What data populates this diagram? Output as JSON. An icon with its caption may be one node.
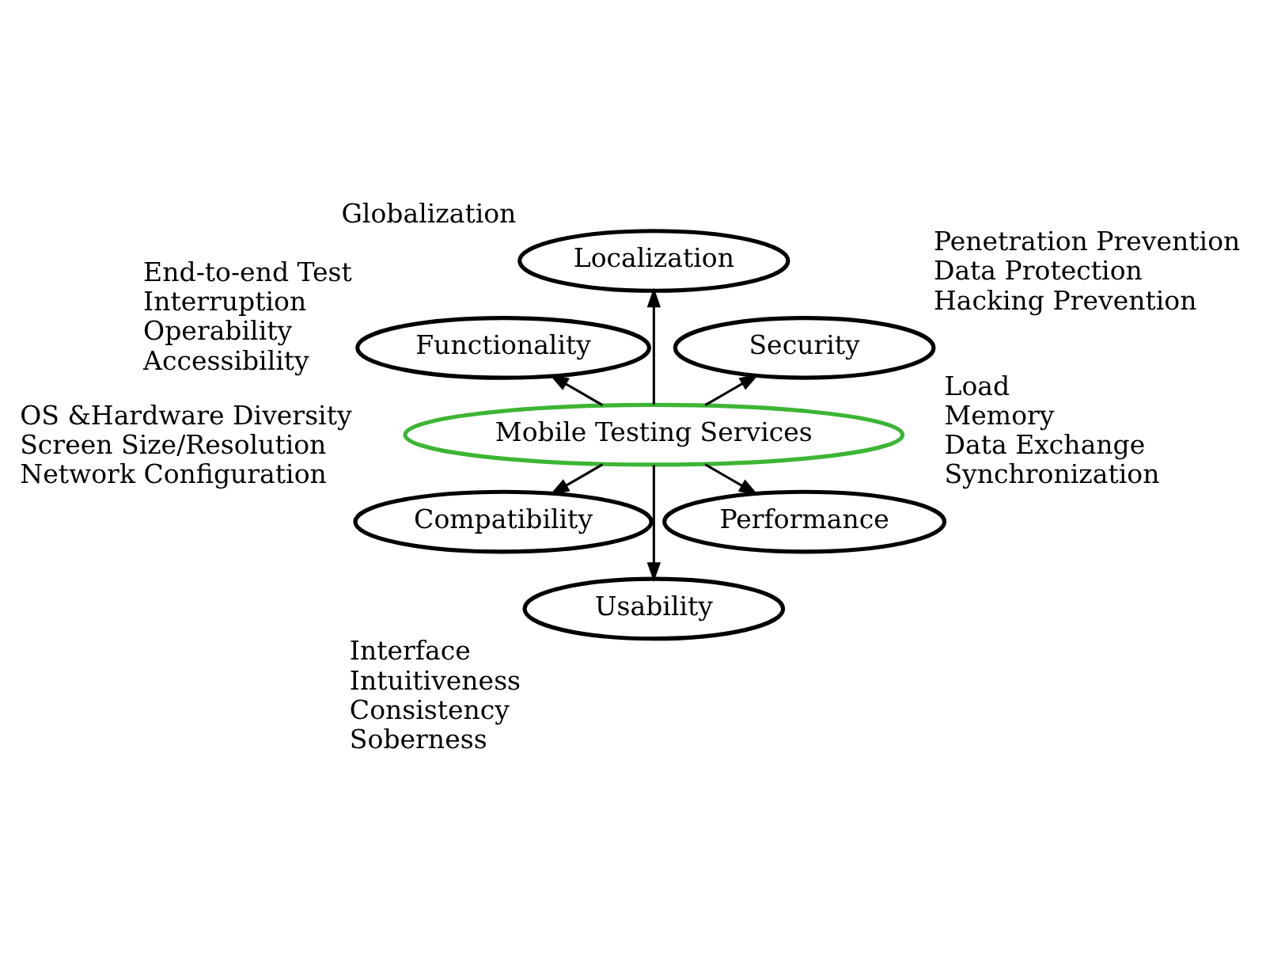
{
  "diagram": {
    "nodes": [
      {
        "text": [
          "Mobile Testing Services"
        ]
      },
      {
        "text": [
          "Security"
        ],
        "beside": [
          "Penetration Prevention",
          "Data Protection",
          "Hacking Prevention"
        ]
      },
      {
        "text": [
          "Localization"
        ],
        "beside": [
          "Globalization"
        ]
      },
      {
        "text": [
          "Functionality"
        ],
        "beside": [
          "End-to-end Test",
          "Interruption",
          "Operability",
          "Accessibility"
        ]
      },
      {
        "text": [
          "Compatibility"
        ],
        "beside": [
          "OS &Hardware Diversity",
          "Screen Size/Resolution",
          "Network Configuration"
        ]
      },
      {
        "text": [
          "Usability"
        ],
        "beside": [
          "Interface",
          "Intuitiveness",
          "Consistency",
          "Soberness"
        ]
      },
      {
        "text": [
          "Performance"
        ],
        "beside": [
          "Load",
          "Memory",
          "Data Exchange",
          "Synchronization"
        ]
      }
    ],
    "edges": [
      {
        "from": 0,
        "to": 1,
        "arrow": "to"
      },
      {
        "from": 0,
        "to": 2,
        "arrow": "to"
      },
      {
        "from": 0,
        "to": 3,
        "arrow": "to"
      },
      {
        "from": 0,
        "to": 4,
        "arrow": "to"
      },
      {
        "from": 0,
        "to": 5,
        "arrow": "to"
      },
      {
        "from": 0,
        "to": 6,
        "arrow": "to"
      }
    ]
  }
}
